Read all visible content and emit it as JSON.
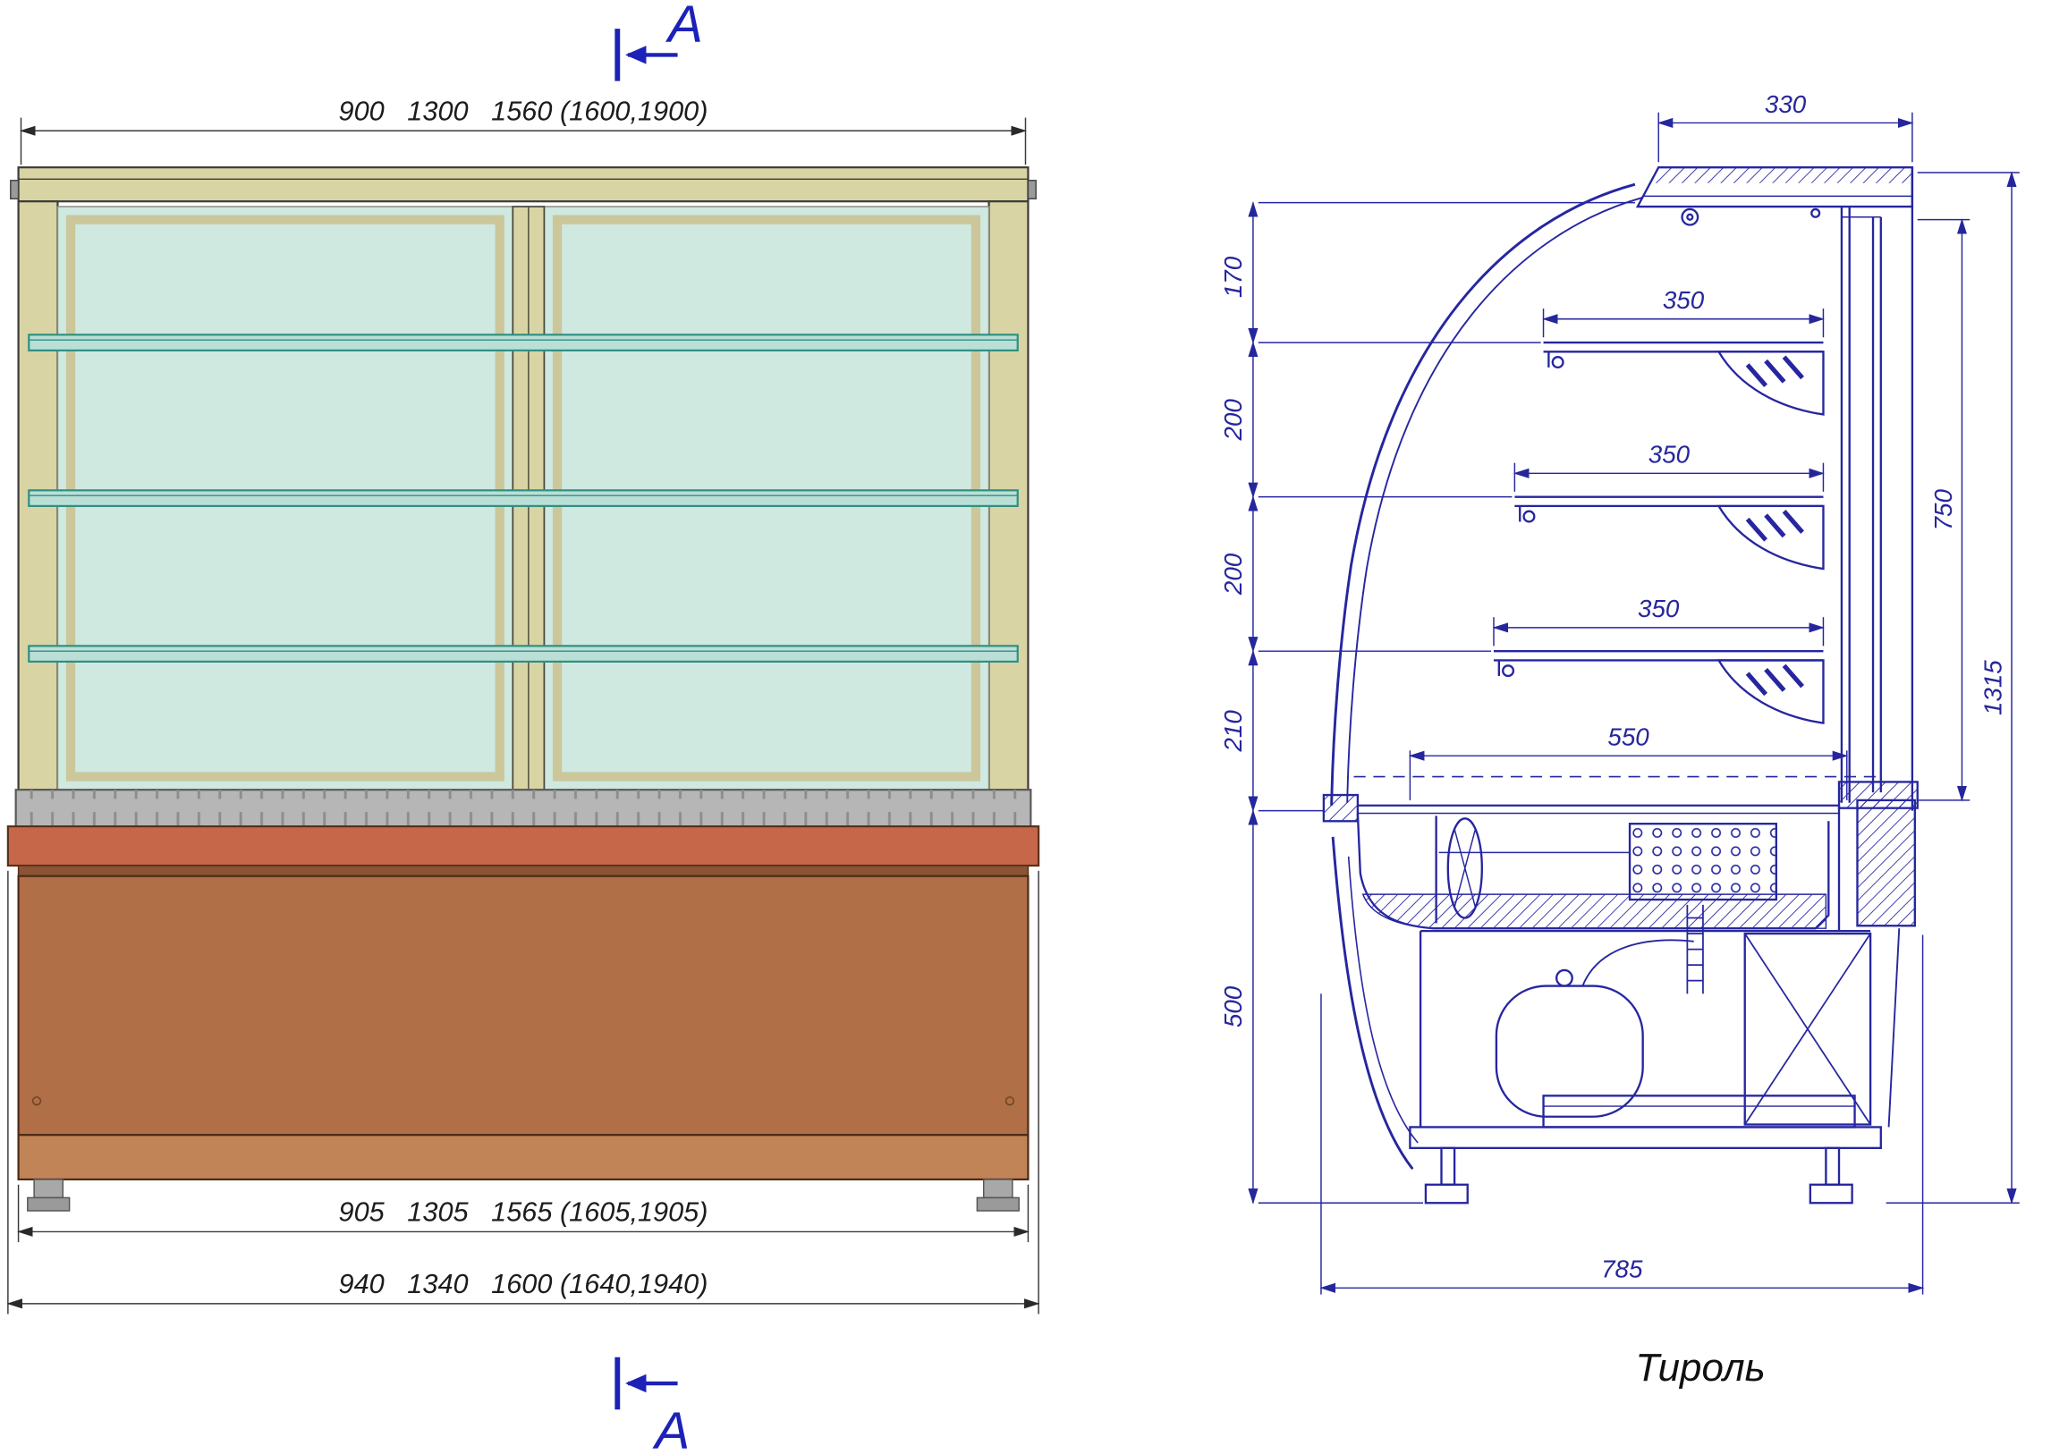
{
  "drawing": {
    "title": "Тироль",
    "section": {
      "top": "A",
      "bottom": "A"
    }
  },
  "front_view": {
    "dims": {
      "top_width": "900   1300   1560 (1600,1900)",
      "body_width": "905   1305   1565 (1605,1905)",
      "overall_width": "940   1340   1600 (1640,1940)"
    }
  },
  "side_view": {
    "dims": {
      "canopy_depth": "330",
      "top_to_shelf1": "170",
      "shelf1_to_shelf2": "200",
      "shelf2_to_shelf3": "200",
      "shelf3_to_counter": "210",
      "counter_to_floor": "500",
      "shelf1_width": "350",
      "shelf2_width": "350",
      "shelf3_width": "350",
      "counter_depth": "550",
      "glass_height": "750",
      "overall_height": "1315",
      "overall_depth": "785"
    }
  },
  "colors": {
    "glass": "#cfe8e0",
    "frame_tan": "#d8d4a4",
    "shelf": "#badfd7",
    "band_orange": "#c76749",
    "body_brown": "#b06f46",
    "body_brown_light": "#c08457",
    "gray_band": "#b6b6b6",
    "line_navy": "#2626a0",
    "section_blue": "#1c22b8"
  }
}
